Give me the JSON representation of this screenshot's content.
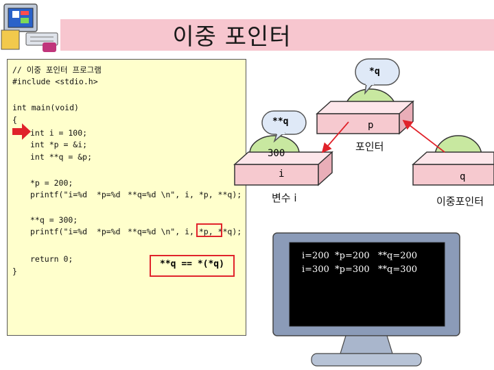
{
  "slide": {
    "title": "이중 포인터"
  },
  "code": {
    "lines": [
      "// 이중 포인터 프로그램",
      "#include <stdio.h>",
      "int main(void)",
      "{",
      "int i = 100;",
      "int *p = &i;",
      "int **q = &p;",
      "*p = 200;",
      "printf(\"i=%d  *p=%d",
      "**q=%d \\n\", i, *p, **q);",
      "**q = 300;",
      "printf(\"i=%d  *p=%d",
      "**q=%d \\n\", i, *p, **q);",
      "return 0;",
      "}"
    ],
    "note": "**q == *(*q)"
  },
  "diagram": {
    "bubble_q": "*q",
    "bubble_qq": "**q",
    "box_p_label": "p",
    "box_p_value": "",
    "box_i_value": "300",
    "box_i_label": "i",
    "box_q_label": "q",
    "caption_pointer": "포인터",
    "caption_var": "변수 i",
    "caption_double": "이중포인터"
  },
  "monitor": {
    "lines": [
      "i=200  *p=200   **q=200",
      "i=300  *p=300   **q=300"
    ]
  },
  "colors": {
    "title_band": "#f7c6cf",
    "code_bg": "#ffffcc",
    "box_front": "#f6c9cf",
    "box_top": "#fde6ea",
    "egg": "#c8e8a0",
    "accent_red": "#e0222a",
    "screen_bg": "#000000",
    "monitor_frame": "#7a8aa6"
  }
}
